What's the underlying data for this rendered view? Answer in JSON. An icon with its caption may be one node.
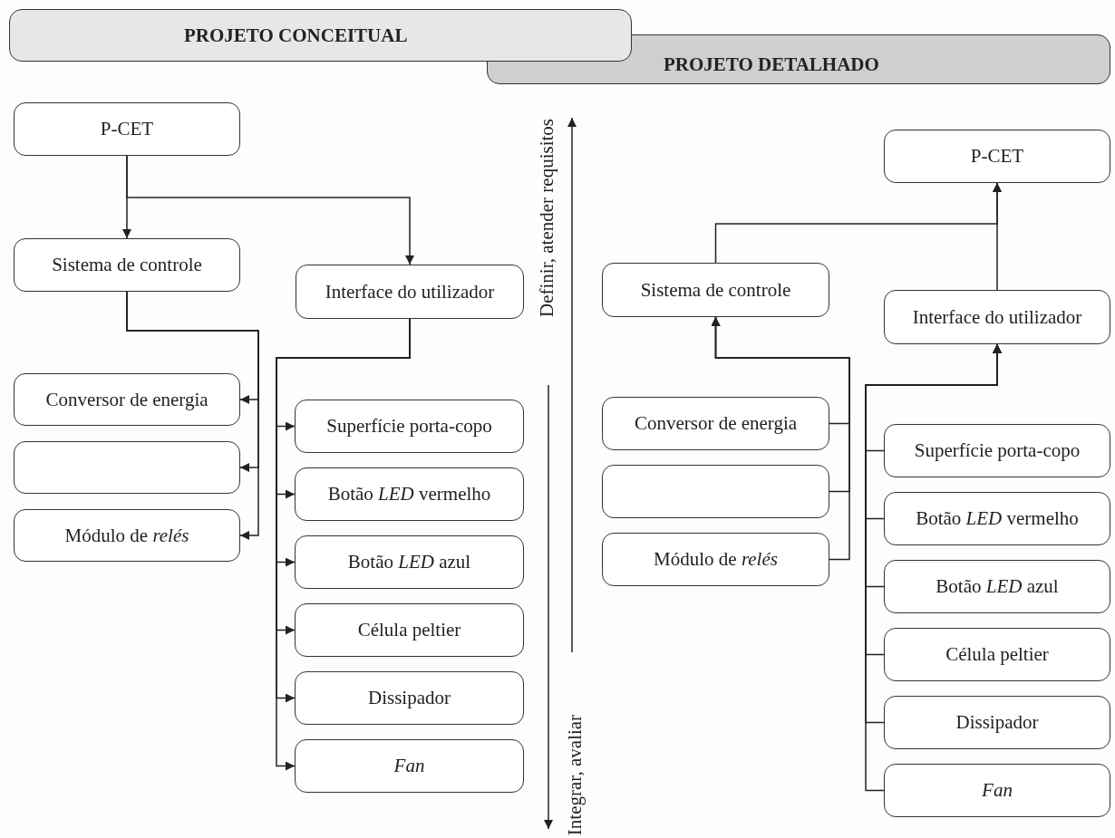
{
  "diagram": {
    "nodes": [
      {
        "text": [
          "PROJETO CONCEITUAL"
        ]
      },
      {
        "text": [
          "PROJETO DETALHADO"
        ]
      },
      {
        "text": [
          "P-CET"
        ]
      },
      {
        "text": [
          "Sistema de controle"
        ]
      },
      {
        "text": [
          "Interface do utilizador"
        ]
      },
      {
        "text": [
          "Conversor de energia"
        ]
      },
      {
        "text": [],
        "shape": "box"
      },
      {
        "text": [
          "Módulo de *relés*"
        ]
      },
      {
        "text": [
          "Superfície porta-copo"
        ]
      },
      {
        "text": [
          "Botão *LED* vermelho"
        ]
      },
      {
        "text": [
          "Botão *LED* azul"
        ]
      },
      {
        "text": [
          "Célula peltier"
        ]
      },
      {
        "text": [
          "Dissipador"
        ]
      },
      {
        "text": [
          "Fan"
        ]
      },
      {
        "text": [
          "P-CET"
        ]
      },
      {
        "text": [
          "Sistema de controle"
        ]
      },
      {
        "text": [
          "Interface do utilizador"
        ]
      },
      {
        "text": [
          "Conversor de energia"
        ]
      },
      {
        "text": [],
        "shape": "box"
      },
      {
        "text": [
          "Módulo de *relés*"
        ]
      },
      {
        "text": [
          "Superfície porta-copo"
        ]
      },
      {
        "text": [
          "Botão *LED* vermelho"
        ]
      },
      {
        "text": [
          "Botão *LED* azul"
        ]
      },
      {
        "text": [
          "Célula peltier"
        ]
      },
      {
        "text": [
          "Dissipador"
        ]
      },
      {
        "text": [
          "Fan"
        ]
      }
    ],
    "edges": [
      {
        "from": 2,
        "to": 3,
        "arrow": "to"
      },
      {
        "from": 2,
        "to": 4,
        "arrow": "to"
      },
      {
        "from": 3,
        "to": 5,
        "arrow": "to"
      },
      {
        "from": 3,
        "to": 6,
        "arrow": "to"
      },
      {
        "from": 3,
        "to": 7,
        "arrow": "to"
      },
      {
        "from": 4,
        "to": 8,
        "arrow": "to"
      },
      {
        "from": 4,
        "to": 9,
        "arrow": "to"
      },
      {
        "from": 4,
        "to": 10,
        "arrow": "to"
      },
      {
        "from": 4,
        "to": 11,
        "arrow": "to"
      },
      {
        "from": 4,
        "to": 12,
        "arrow": "to"
      },
      {
        "from": 4,
        "to": 13,
        "arrow": "to"
      },
      {
        "from": 15,
        "to": 14,
        "arrow": "to"
      },
      {
        "from": 16,
        "to": 14,
        "arrow": "to"
      },
      {
        "from": 17,
        "to": 15,
        "arrow": "to"
      },
      {
        "from": 18,
        "to": 15,
        "arrow": "to"
      },
      {
        "from": 19,
        "to": 15,
        "arrow": "to"
      },
      {
        "from": 20,
        "to": 16,
        "arrow": "to"
      },
      {
        "from": 21,
        "to": 16,
        "arrow": "to"
      },
      {
        "from": 22,
        "to": 16,
        "arrow": "to"
      },
      {
        "from": 23,
        "to": 16,
        "arrow": "to"
      },
      {
        "from": 24,
        "to": 16,
        "arrow": "to"
      },
      {
        "from": 25,
        "to": 16,
        "arrow": "to"
      }
    ],
    "labels": [
      "Definir, atender requisitos",
      "Integrar, avaliar"
    ]
  }
}
